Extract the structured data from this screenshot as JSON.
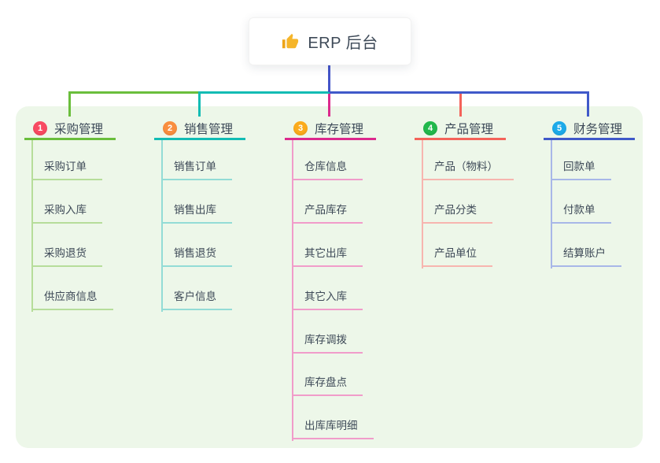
{
  "root": {
    "label": "ERP 后台",
    "icon": "thumbs-up-icon"
  },
  "branches": [
    {
      "index": "1",
      "label": "采购管理",
      "badge_color": "#f84a62",
      "line_color": "#6abe3c",
      "child_line_color": "#b6dd9a",
      "children": [
        "采购订单",
        "采购入库",
        "采购退货",
        "供应商信息"
      ]
    },
    {
      "index": "2",
      "label": "销售管理",
      "badge_color": "#f98e3f",
      "line_color": "#12bcb4",
      "child_line_color": "#93dcd6",
      "children": [
        "销售订单",
        "销售出库",
        "销售退货",
        "客户信息"
      ]
    },
    {
      "index": "3",
      "label": "库存管理",
      "badge_color": "#fbab1c",
      "line_color": "#dc2a8d",
      "child_line_color": "#f19cca",
      "children": [
        "仓库信息",
        "产品库存",
        "其它出库",
        "其它入库",
        "库存调拨",
        "库存盘点",
        "出库库明细"
      ]
    },
    {
      "index": "4",
      "label": "产品管理",
      "badge_color": "#22b84c",
      "line_color": "#f4635a",
      "child_line_color": "#f7b5af",
      "children": [
        "产品（物料）",
        "产品分类",
        "产品单位"
      ]
    },
    {
      "index": "5",
      "label": "财务管理",
      "badge_color": "#1daae9",
      "line_color": "#4059c9",
      "child_line_color": "#a8b7e8",
      "children": [
        "回款单",
        "付款单",
        "结算账户"
      ]
    }
  ],
  "colors": {
    "panel_background": "#edf7e9",
    "root_connector": "#4454c8",
    "icon_gold": "#f5b52a",
    "icon_gold_dark": "#eda417"
  }
}
